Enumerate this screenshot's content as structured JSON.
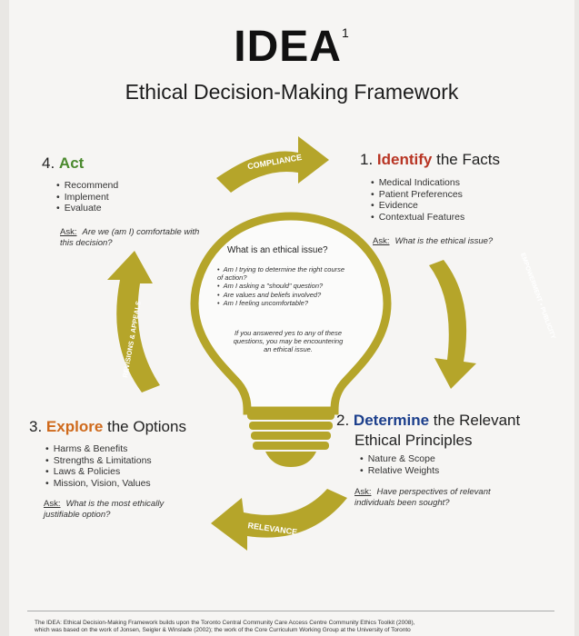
{
  "header": {
    "title": "IDEA",
    "title_sup": "1",
    "subtitle": "Ethical Decision-Making Framework"
  },
  "identify": {
    "number": "1.",
    "keyword": "Identify",
    "rest": " the Facts",
    "items": [
      "Medical Indications",
      "Patient Preferences",
      "Evidence",
      "Contextual Features"
    ],
    "ask_label": "Ask:",
    "ask": "What is the ethical issue?"
  },
  "determine": {
    "number": "2.",
    "keyword": "Determine",
    "rest": " the Relevant",
    "line2": "Ethical Principles",
    "items": [
      "Nature & Scope",
      "Relative Weights"
    ],
    "ask_label": "Ask:",
    "ask": "Have perspectives of relevant individuals been sought?"
  },
  "explore": {
    "number": "3.",
    "keyword": "Explore",
    "rest": " the Options",
    "items": [
      "Harms & Benefits",
      "Strengths & Limitations",
      "Laws & Policies",
      "Mission, Vision, Values"
    ],
    "ask_label": "Ask:",
    "ask": "What is the most ethically justifiable option?"
  },
  "act": {
    "number": "4.",
    "keyword": "Act",
    "items": [
      "Recommend",
      "Implement",
      "Evaluate"
    ],
    "ask_label": "Ask:",
    "ask": "Are we (am I) comfortable with this decision?"
  },
  "arrows": {
    "compliance": "COMPLIANCE",
    "empowerment": "EMPOWERMENT • PUBLICITY",
    "relevance": "RELEVANCE",
    "revisions": "REVISIONS & APPEALS"
  },
  "bulb": {
    "question": "What is an ethical issue?",
    "items": [
      "Am I trying to determine the right course of action?",
      "Am I asking a \"should\" question?",
      "Are values and beliefs involved?",
      "Am I feeling uncomfortable?"
    ],
    "note": "If you answered yes to any of these questions, you may be encountering an ethical issue."
  },
  "footnote": {
    "line1": "The IDEA: Ethical Decision-Making Framework builds upon the Toronto Central Community Care Access Centre Community Ethics Toolkit (2008),",
    "line2": "which was based on the work of Jonsen, Seigler & Winslade (2002); the work of the Core Curriculum Working Group at the University of Toronto"
  },
  "colors": {
    "arrow": "#b5a52a",
    "red": "#b83524",
    "green": "#4b8a2e",
    "orange": "#cf6a1c",
    "blue": "#1c3f8c"
  }
}
